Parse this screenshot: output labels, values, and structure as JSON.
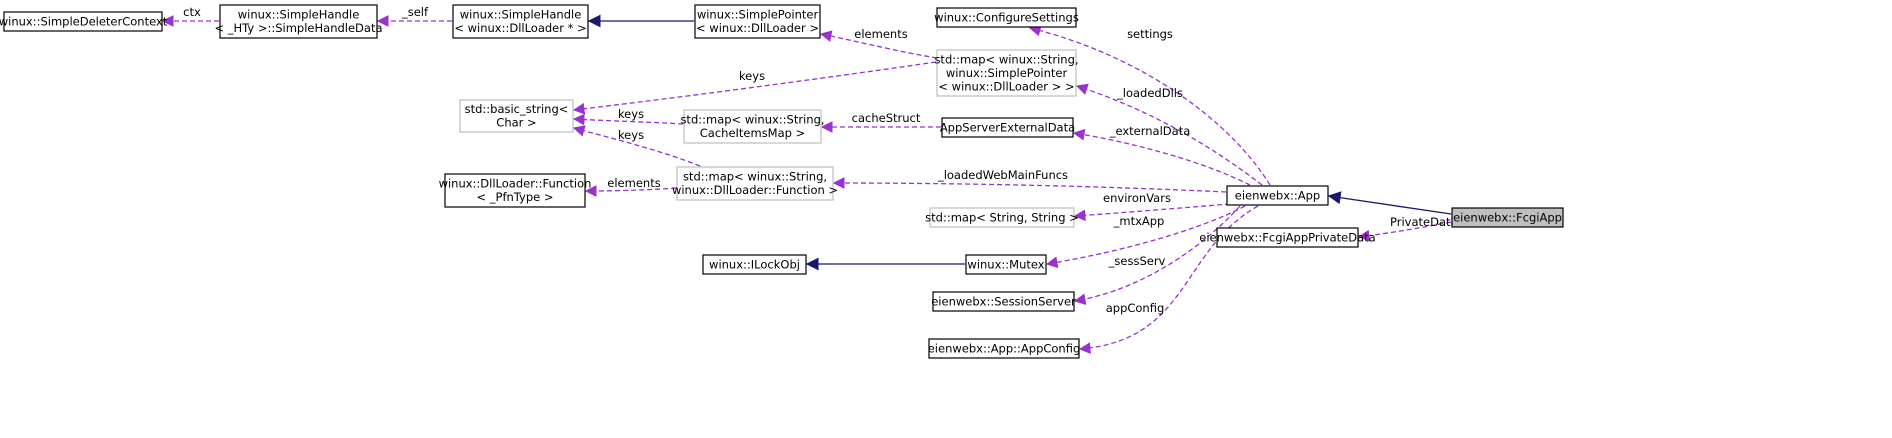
{
  "colors": {
    "node_border_solid": "#000000",
    "node_border_muted": "#bfbfbf",
    "node_fill": "#ffffff",
    "highlight_fill": "#bfbfbf",
    "usage_edge": "#9a32cd",
    "inheritance_edge": "#191970"
  },
  "nodes": [
    {
      "id": "SimpleDeleterContext",
      "lines": [
        "winux::SimpleDeleterContext"
      ],
      "style": "solid"
    },
    {
      "id": "SimpleHandleData",
      "lines": [
        "winux::SimpleHandle",
        "< _HTy >::SimpleHandleData"
      ],
      "style": "solid"
    },
    {
      "id": "SimpleHandle",
      "lines": [
        "winux::SimpleHandle",
        "< winux::DllLoader * >"
      ],
      "style": "solid"
    },
    {
      "id": "SimplePointer",
      "lines": [
        "winux::SimplePointer",
        "< winux::DllLoader >"
      ],
      "style": "solid"
    },
    {
      "id": "ConfigureSettings",
      "lines": [
        "winux::ConfigureSettings"
      ],
      "style": "solid"
    },
    {
      "id": "MapDllLoader",
      "lines": [
        "std::map< winux::String,",
        "winux::SimplePointer",
        "< winux::DllLoader > >"
      ],
      "style": "muted"
    },
    {
      "id": "BasicString",
      "lines": [
        "std::basic_string<",
        "Char >"
      ],
      "style": "muted"
    },
    {
      "id": "MapCacheItems",
      "lines": [
        "std::map< winux::String,",
        "CacheItemsMap >"
      ],
      "style": "muted"
    },
    {
      "id": "AppServerExternalData",
      "lines": [
        "AppServerExternalData"
      ],
      "style": "solid"
    },
    {
      "id": "DllLoaderFunction",
      "lines": [
        "winux::DllLoader::Function",
        "< _PfnType >"
      ],
      "style": "solid"
    },
    {
      "id": "MapFunction",
      "lines": [
        "std::map< winux::String,",
        "winux::DllLoader::Function >"
      ],
      "style": "muted"
    },
    {
      "id": "App",
      "lines": [
        "eienwebx::App"
      ],
      "style": "solid"
    },
    {
      "id": "FcgiApp",
      "lines": [
        "eienwebx::FcgiApp"
      ],
      "style": "highlight"
    },
    {
      "id": "MapStringString",
      "lines": [
        "std::map< String, String >"
      ],
      "style": "muted"
    },
    {
      "id": "FcgiAppPrivateData",
      "lines": [
        "eienwebx::FcgiAppPrivateData"
      ],
      "style": "solid"
    },
    {
      "id": "ILockObj",
      "lines": [
        "winux::ILockObj"
      ],
      "style": "solid"
    },
    {
      "id": "Mutex",
      "lines": [
        "winux::Mutex"
      ],
      "style": "solid"
    },
    {
      "id": "SessionServer",
      "lines": [
        "eienwebx::SessionServer"
      ],
      "style": "solid"
    },
    {
      "id": "AppConfig",
      "lines": [
        "eienwebx::App::AppConfig"
      ],
      "style": "solid"
    }
  ],
  "edges": [
    {
      "id": "e-ctx",
      "from": "SimpleHandleData",
      "to": "SimpleDeleterContext",
      "kind": "usage",
      "label": "ctx"
    },
    {
      "id": "e-self",
      "from": "SimpleHandle",
      "to": "SimpleHandleData",
      "kind": "usage",
      "label": "_self"
    },
    {
      "id": "e-simplepointer-inherits",
      "from": "SimplePointer",
      "to": "SimpleHandle",
      "kind": "inheritance",
      "label": ""
    },
    {
      "id": "e-elements-top",
      "from": "MapDllLoader",
      "to": "SimplePointer",
      "kind": "usage",
      "label": "elements"
    },
    {
      "id": "e-keys-1",
      "from": "MapDllLoader",
      "to": "BasicString",
      "kind": "usage",
      "label": "keys"
    },
    {
      "id": "e-keys-2",
      "from": "MapCacheItems",
      "to": "BasicString",
      "kind": "usage",
      "label": "keys"
    },
    {
      "id": "e-keys-3",
      "from": "MapFunction",
      "to": "BasicString",
      "kind": "usage",
      "label": "keys"
    },
    {
      "id": "e-cachestruct",
      "from": "AppServerExternalData",
      "to": "MapCacheItems",
      "kind": "usage",
      "label": "cacheStruct"
    },
    {
      "id": "e-elements-bottom",
      "from": "MapFunction",
      "to": "DllLoaderFunction",
      "kind": "usage",
      "label": "elements"
    },
    {
      "id": "e-settings",
      "from": "App",
      "to": "ConfigureSettings",
      "kind": "usage",
      "label": "settings"
    },
    {
      "id": "e-loadeddlls",
      "from": "App",
      "to": "MapDllLoader",
      "kind": "usage",
      "label": "_loadedDlls"
    },
    {
      "id": "e-externaldata",
      "from": "App",
      "to": "AppServerExternalData",
      "kind": "usage",
      "label": "_externalData"
    },
    {
      "id": "e-loadedwebmain",
      "from": "App",
      "to": "MapFunction",
      "kind": "usage",
      "label": "_loadedWebMainFuncs"
    },
    {
      "id": "e-environvars",
      "from": "App",
      "to": "MapStringString",
      "kind": "usage",
      "label": "environVars"
    },
    {
      "id": "e-mtxapp",
      "from": "App",
      "to": "Mutex",
      "kind": "usage",
      "label": "_mtxApp"
    },
    {
      "id": "e-sessserv",
      "from": "App",
      "to": "SessionServer",
      "kind": "usage",
      "label": "_sessServ"
    },
    {
      "id": "e-appconfig",
      "from": "App",
      "to": "AppConfig",
      "kind": "usage",
      "label": "appConfig"
    },
    {
      "id": "e-fcgiapp-inherits",
      "from": "FcgiApp",
      "to": "App",
      "kind": "inheritance",
      "label": ""
    },
    {
      "id": "e-privatedata",
      "from": "FcgiApp",
      "to": "FcgiAppPrivateData",
      "kind": "usage",
      "label": "PrivateData"
    },
    {
      "id": "e-mutex-inherits",
      "from": "Mutex",
      "to": "ILockObj",
      "kind": "inheritance",
      "label": ""
    }
  ]
}
